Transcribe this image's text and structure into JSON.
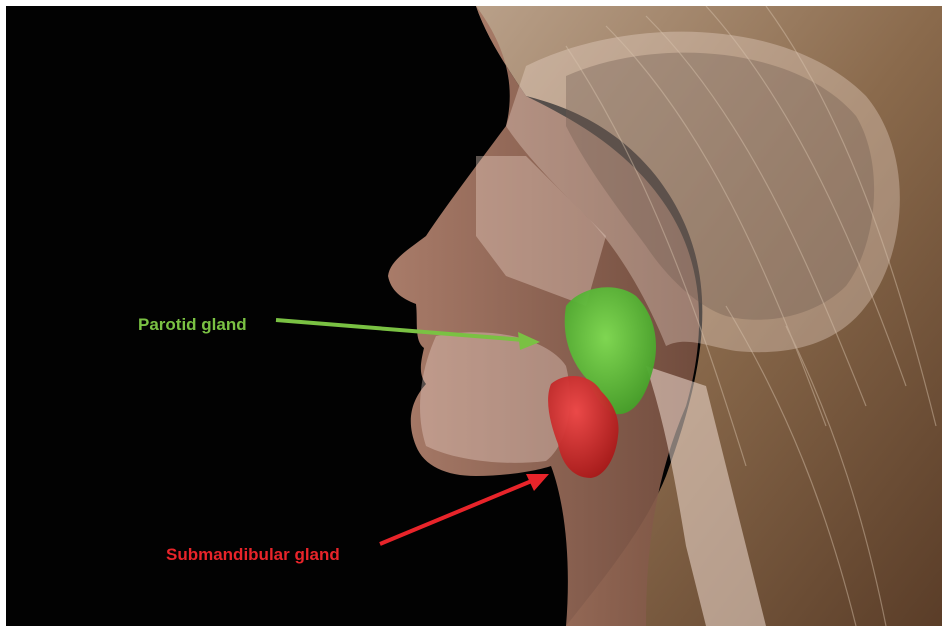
{
  "labels": {
    "parotid": {
      "text": "Parotid gland",
      "color": "#7ac143"
    },
    "submandibular": {
      "text": "Submandibular gland",
      "color": "#e8242a"
    }
  },
  "colors": {
    "background": "#020202",
    "frame": "#ffffff",
    "hair": "#8a6a4c",
    "skin_overlay": "#c9a08e",
    "parotid_gland": "#5fbf3a",
    "submandibular_gland": "#d92a2a"
  },
  "scene": {
    "subject": "woman-profile-facing-left",
    "overlay": "translucent-anatomical-head-section"
  }
}
